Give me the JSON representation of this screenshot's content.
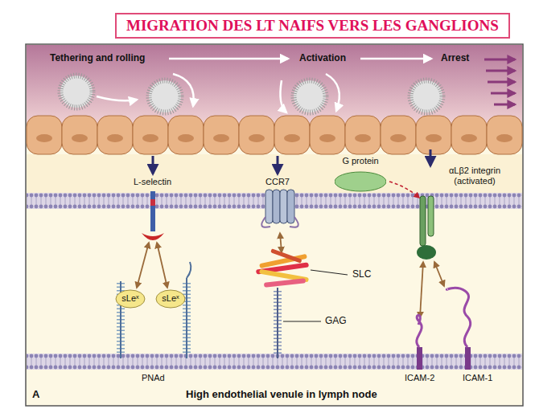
{
  "diagram": {
    "title": "MIGRATION DES LT NAIFS VERS LES GANGLIONS",
    "nodes": [
      {
        "text": [
          "G protein"
        ]
      },
      {
        "text": [
          "sLeˣ"
        ]
      },
      {
        "text": [
          "sLeˣ"
        ]
      }
    ],
    "labels": [
      "Tethering and rolling",
      "Activation",
      "Arrest",
      "L-selectin",
      "CCR7",
      "αLβ2 integrin (activated)",
      "SLC",
      "GAG",
      "PNAd",
      "ICAM-2",
      "ICAM-1",
      "A",
      "High endothelial venule in lymph node"
    ]
  }
}
